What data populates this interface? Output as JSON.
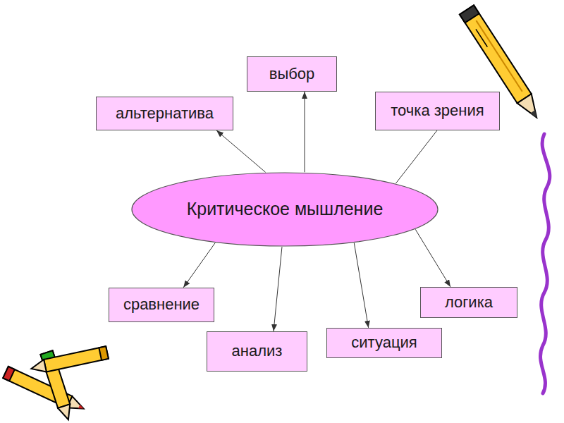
{
  "diagram": {
    "nodes": [
      {
        "text": [
          "выбор"
        ]
      },
      {
        "text": [
          "альтернатива"
        ]
      },
      {
        "text": [
          "точка зрения"
        ]
      },
      {
        "text": [
          "Критическое мышление"
        ]
      },
      {
        "text": [
          "сравнение"
        ]
      },
      {
        "text": [
          "логика"
        ]
      },
      {
        "text": [
          "ситуация"
        ]
      },
      {
        "text": [
          "анализ"
        ]
      }
    ],
    "edges": [
      {
        "from": 3,
        "to": 0,
        "arrow": "to"
      },
      {
        "from": 3,
        "to": 1,
        "arrow": "to"
      },
      {
        "from": 3,
        "to": 2,
        "arrow": "none"
      },
      {
        "from": 3,
        "to": 4,
        "arrow": "to"
      },
      {
        "from": 3,
        "to": 5,
        "arrow": "to"
      },
      {
        "from": 3,
        "to": 6,
        "arrow": "to"
      },
      {
        "from": 3,
        "to": 7,
        "arrow": "to"
      }
    ]
  }
}
